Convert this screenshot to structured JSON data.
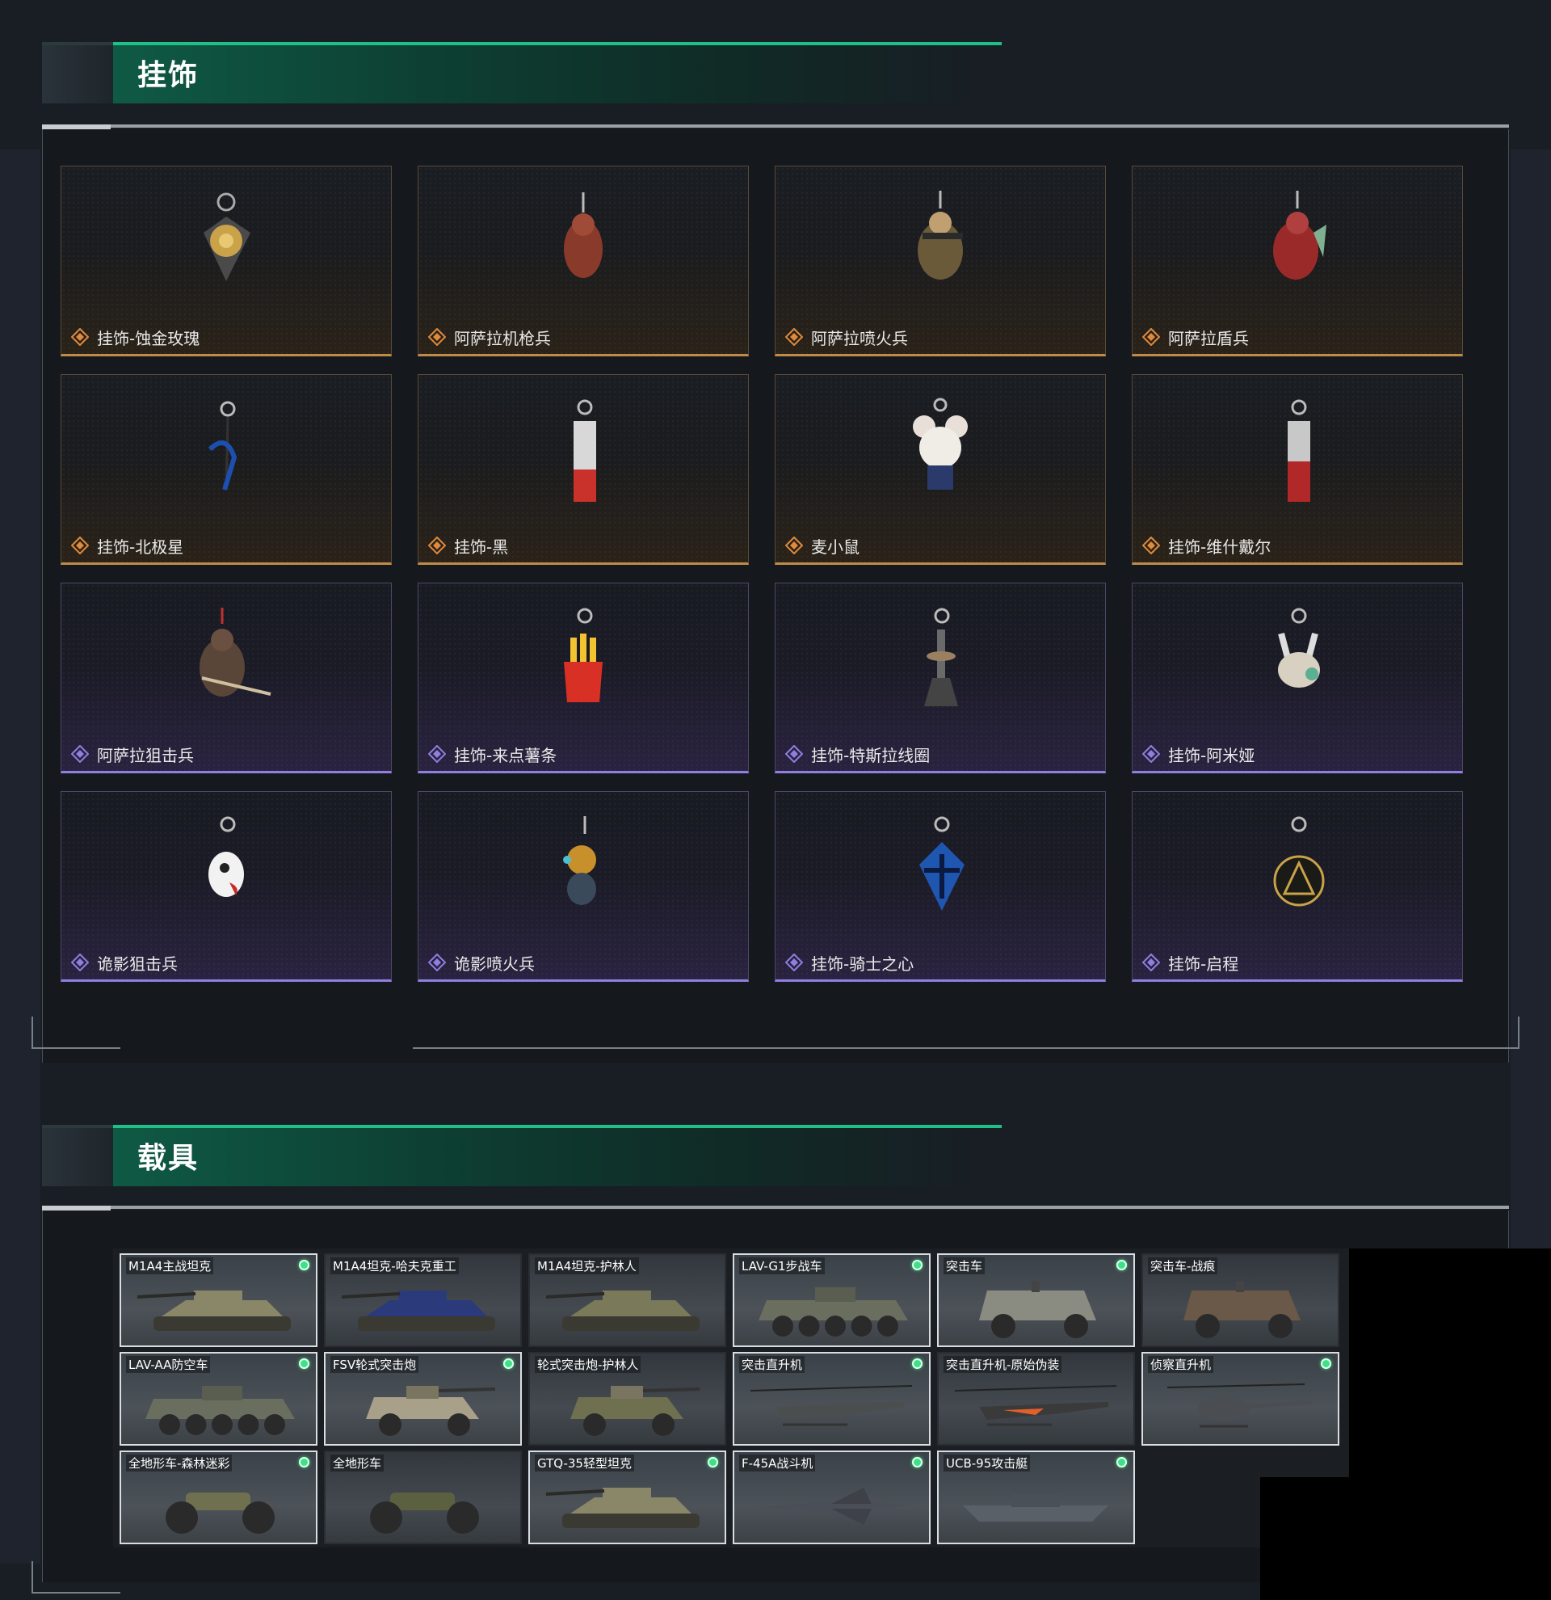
{
  "pendants_section": {
    "title": "挂饰",
    "items": [
      {
        "name": "挂饰-蚀金玫瑰",
        "rarity": "gold",
        "icon": "rose-medallion-pendant-icon"
      },
      {
        "name": "阿萨拉机枪兵",
        "rarity": "gold",
        "icon": "machine-gunner-pendant-icon"
      },
      {
        "name": "阿萨拉喷火兵",
        "rarity": "gold",
        "icon": "flamethrower-pendant-icon"
      },
      {
        "name": "阿萨拉盾兵",
        "rarity": "gold",
        "icon": "shield-soldier-pendant-icon"
      },
      {
        "name": "挂饰-北极星",
        "rarity": "gold",
        "icon": "polaris-pendant-icon"
      },
      {
        "name": "挂饰-黑",
        "rarity": "gold",
        "icon": "black-tag-pendant-icon"
      },
      {
        "name": "麦小鼠",
        "rarity": "gold",
        "icon": "mouse-pendant-icon"
      },
      {
        "name": "挂饰-维什戴尔",
        "rarity": "gold",
        "icon": "wisadel-tag-pendant-icon"
      },
      {
        "name": "阿萨拉狙击兵",
        "rarity": "purple",
        "icon": "sniper-pendant-icon"
      },
      {
        "name": "挂饰-来点薯条",
        "rarity": "purple",
        "icon": "fries-pendant-icon"
      },
      {
        "name": "挂饰-特斯拉线圈",
        "rarity": "purple",
        "icon": "tesla-coil-pendant-icon"
      },
      {
        "name": "挂饰-阿米娅",
        "rarity": "purple",
        "icon": "amiya-pendant-icon"
      },
      {
        "name": "诡影狙击兵",
        "rarity": "purple",
        "icon": "ghost-sniper-pendant-icon"
      },
      {
        "name": "诡影喷火兵",
        "rarity": "purple",
        "icon": "ghost-flamethrower-pendant-icon"
      },
      {
        "name": "挂饰-骑士之心",
        "rarity": "purple",
        "icon": "knight-heart-pendant-icon"
      },
      {
        "name": "挂饰-启程",
        "rarity": "purple",
        "icon": "departure-coin-pendant-icon"
      }
    ]
  },
  "vehicles_section": {
    "title": "载具",
    "items": [
      {
        "name": "M1A4主战坦克",
        "owned": true,
        "kind": "tank"
      },
      {
        "name": "M1A4坦克-哈夫克重工",
        "owned": false,
        "kind": "tank-blue"
      },
      {
        "name": "M1A4坦克-护林人",
        "owned": false,
        "kind": "tank-camo"
      },
      {
        "name": "LAV-G1步战车",
        "owned": true,
        "kind": "apc"
      },
      {
        "name": "突击车",
        "owned": true,
        "kind": "mrap"
      },
      {
        "name": "突击车-战痕",
        "owned": false,
        "kind": "mrap-rust"
      },
      {
        "name": "LAV-AA防空车",
        "owned": true,
        "kind": "apc-aa"
      },
      {
        "name": "FSV轮式突击炮",
        "owned": true,
        "kind": "fsv"
      },
      {
        "name": "轮式突击炮-护林人",
        "owned": false,
        "kind": "fsv-camo"
      },
      {
        "name": "突击直升机",
        "owned": true,
        "kind": "heli"
      },
      {
        "name": "突击直升机-原始伪装",
        "owned": false,
        "kind": "heli-orange"
      },
      {
        "name": "侦察直升机",
        "owned": true,
        "kind": "scout-heli"
      },
      {
        "name": "全地形车-森林迷彩",
        "owned": true,
        "kind": "atv-camo"
      },
      {
        "name": "全地形车",
        "owned": false,
        "kind": "atv"
      },
      {
        "name": "GTQ-35轻型坦克",
        "owned": true,
        "kind": "light-tank"
      },
      {
        "name": "F-45A战斗机",
        "owned": true,
        "kind": "jet"
      },
      {
        "name": "UCB-95攻击艇",
        "owned": true,
        "kind": "boat"
      }
    ]
  },
  "colors": {
    "accent_green": "#1fbf88",
    "gold_rarity": "#e08a3a",
    "purple_rarity": "#8e7fe0",
    "owned_dot": "#3fe08a"
  }
}
